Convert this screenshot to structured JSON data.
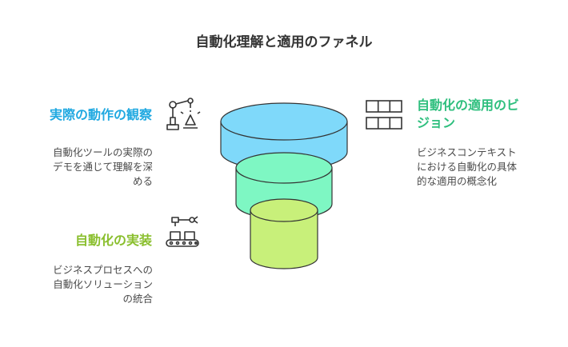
{
  "title": "自動化理解と適用のファネル",
  "colors": {
    "layer_top": "#7fd9fa",
    "layer_mid": "#7ef7c3",
    "layer_bottom": "#c8f07a",
    "heading_left": "#21a9e1",
    "heading_right": "#2fbf7e",
    "heading_bottom": "#8abf2e",
    "outline": "#333333"
  },
  "sections": {
    "observe": {
      "heading": "実際の動作の観察",
      "description": [
        "自動化ツールの実際の",
        "デモを通じて理解を深",
        "める"
      ],
      "icon": "robot-arm-icon"
    },
    "context": {
      "heading": [
        "自動化の適用のビ",
        "ジョン"
      ],
      "description": [
        "ビジネスコンテキスト",
        "における自動化の具体",
        "的な適用の概念化"
      ],
      "icon": "grid-table-icon"
    },
    "implement": {
      "heading": "自動化の実装",
      "description": [
        "ビジネスプロセスへの",
        "自動化ソリューション",
        "の統合"
      ],
      "icon": "conveyor-robot-icon"
    }
  }
}
